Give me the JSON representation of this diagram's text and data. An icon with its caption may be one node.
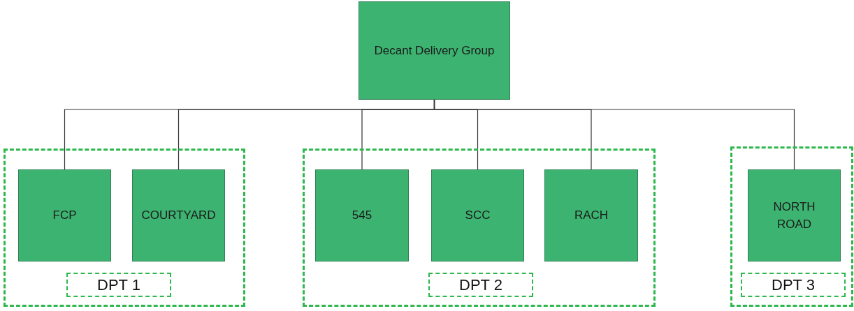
{
  "diagram": {
    "nodes": [
      {
        "text": [
          "Decant Delivery Group"
        ]
      },
      {
        "text": [],
        "shape": "box"
      },
      {
        "text": [
          "FCP"
        ],
        "in": 1
      },
      {
        "text": [
          "COURTYARD"
        ],
        "in": 1
      },
      {
        "text": [
          "DPT 1"
        ],
        "in": 1
      },
      {
        "text": [],
        "shape": "box"
      },
      {
        "text": [
          "545"
        ],
        "in": 5
      },
      {
        "text": [
          "SCC"
        ],
        "in": 5
      },
      {
        "text": [
          "RACH"
        ],
        "in": 5
      },
      {
        "text": [
          "DPT 2"
        ],
        "in": 5
      },
      {
        "text": [],
        "shape": "box"
      },
      {
        "text": [
          "NORTH ROAD"
        ],
        "in": 10
      },
      {
        "text": [
          "DPT 3"
        ],
        "in": 10
      }
    ],
    "edges": [
      {
        "from": 0,
        "to": 2,
        "arrow": "none"
      },
      {
        "from": 0,
        "to": 3,
        "arrow": "none"
      },
      {
        "from": 0,
        "to": 6,
        "arrow": "none"
      },
      {
        "from": 0,
        "to": 7,
        "arrow": "none"
      },
      {
        "from": 0,
        "to": 8,
        "arrow": "none"
      },
      {
        "from": 0,
        "to": 11,
        "arrow": "none"
      }
    ]
  }
}
